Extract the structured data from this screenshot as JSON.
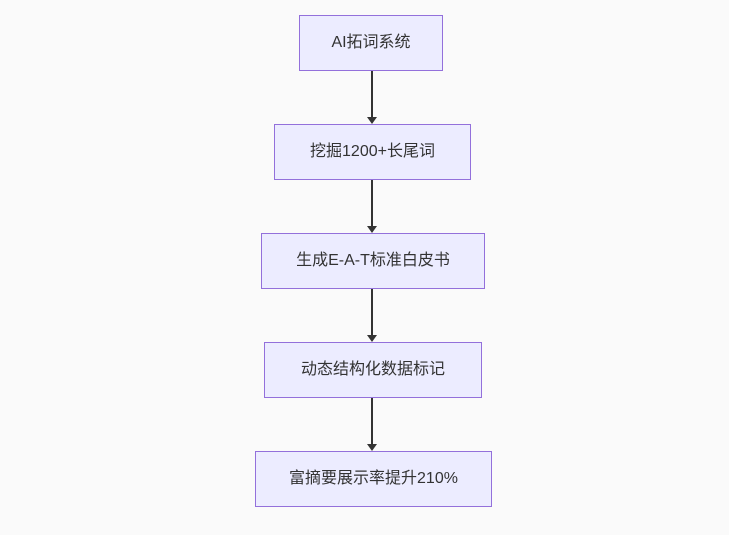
{
  "diagram": {
    "type": "flowchart",
    "direction": "top-down",
    "colors": {
      "background": "#fafafa",
      "node_fill": "#ececff",
      "node_border": "#9370db",
      "node_text": "#333333",
      "arrow": "#333333"
    },
    "nodes": [
      {
        "label": "AI拓词系统"
      },
      {
        "label": "挖掘1200+长尾词"
      },
      {
        "label": "生成E-A-T标准白皮书"
      },
      {
        "label": "动态结构化数据标记"
      },
      {
        "label": "富摘要展示率提升210%"
      }
    ],
    "edges": [
      {
        "from": "AI拓词系统",
        "to": "挖掘1200+长尾词"
      },
      {
        "from": "挖掘1200+长尾词",
        "to": "生成E-A-T标准白皮书"
      },
      {
        "from": "生成E-A-T标准白皮书",
        "to": "动态结构化数据标记"
      },
      {
        "from": "动态结构化数据标记",
        "to": "富摘要展示率提升210%"
      }
    ]
  }
}
